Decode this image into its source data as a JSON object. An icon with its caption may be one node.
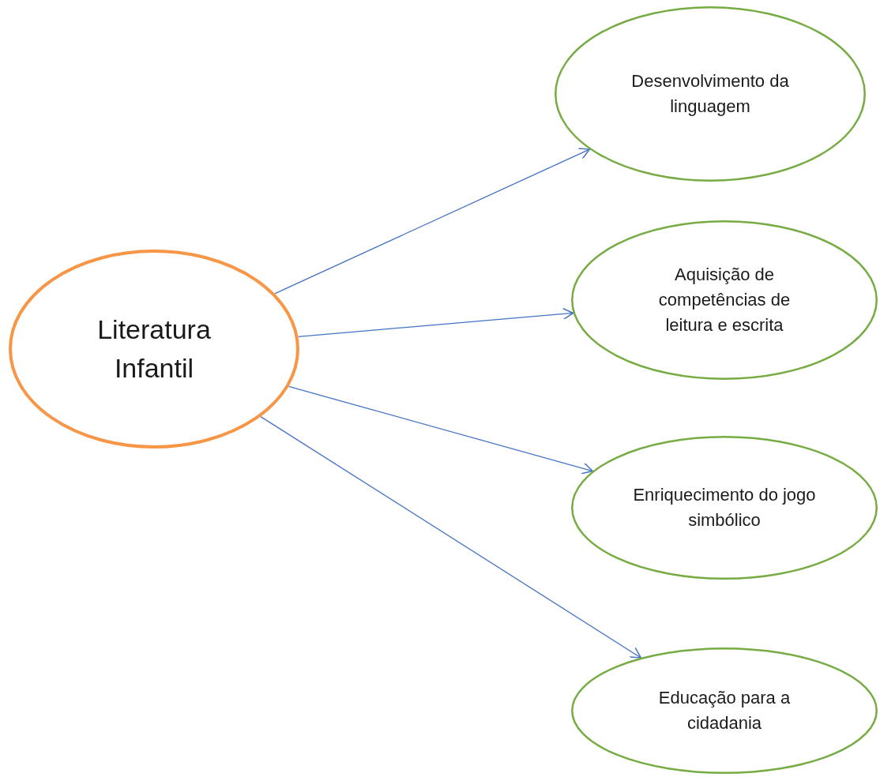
{
  "diagram": {
    "nodes": [
      {
        "text": [
          "Literatura Infantil"
        ]
      },
      {
        "text": [
          "Desenvolvimento da linguagem"
        ]
      },
      {
        "text": [
          "Aquisição de competências de leitura e escrita"
        ]
      },
      {
        "text": [
          "Enriquecimento do jogo simbólico"
        ]
      },
      {
        "text": [
          "Educação para a cidadania"
        ]
      }
    ],
    "edges": [
      {
        "from": 0,
        "to": 1,
        "arrow": "to"
      },
      {
        "from": 0,
        "to": 2,
        "arrow": "to"
      },
      {
        "from": 0,
        "to": 3,
        "arrow": "to"
      },
      {
        "from": 0,
        "to": 4,
        "arrow": "to"
      }
    ]
  }
}
